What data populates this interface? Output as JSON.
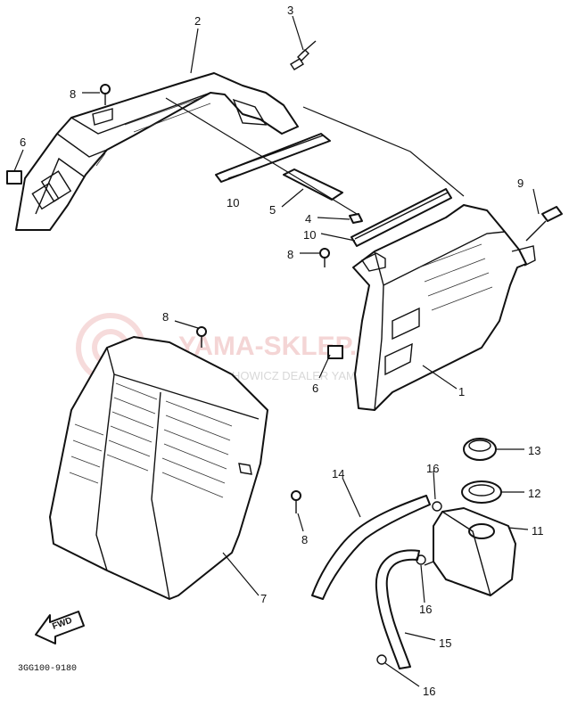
{
  "diagram": {
    "part_numbers": {
      "p2": "2",
      "p3": "3",
      "p8a": "8",
      "p6a": "6",
      "p10a": "10",
      "p5": "5",
      "p4": "4",
      "p10b": "10",
      "p8b": "8",
      "p9": "9",
      "p8c": "8",
      "p6b": "6",
      "p1": "1",
      "p13": "13",
      "p14": "14",
      "p16a": "16",
      "p12": "12",
      "p11": "11",
      "p8d": "8",
      "p7": "7",
      "p16b": "16",
      "p15": "15",
      "p16c": "16"
    },
    "catalog_code": "3GG100-9180",
    "fwd_label": "FWD",
    "watermark": {
      "brand": "YAMA-SKLEP.PL",
      "tagline": "WOJCIECHOWICZ DEALER YAMAHA"
    }
  }
}
